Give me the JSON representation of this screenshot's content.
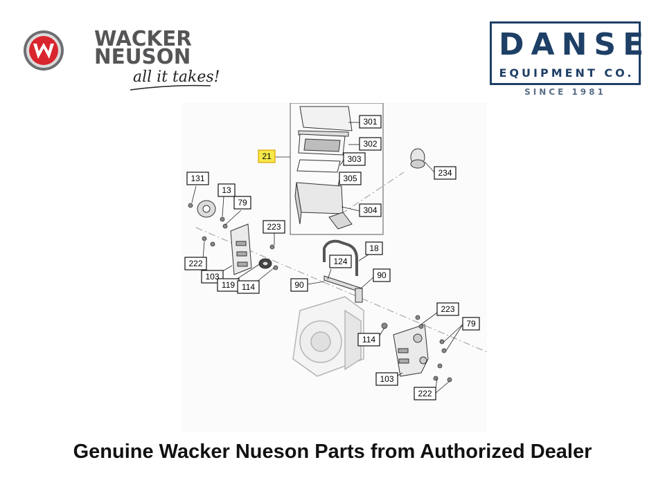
{
  "brand_left": {
    "line1": "WACKER",
    "line2": "NEUSON",
    "tagline": "all it takes!",
    "icon": "wacker-neuson-w-icon",
    "colors": {
      "text": "#555557",
      "icon_red": "#d9262e",
      "icon_gray": "#6d6e71"
    }
  },
  "brand_right": {
    "name": "DANSE",
    "subtitle": "EQUIPMENT CO.",
    "since": "SINCE 1981",
    "color": "#1e3f66"
  },
  "diagram": {
    "callouts": [
      "301",
      "302",
      "303",
      "305",
      "304",
      "21",
      "234",
      "131",
      "13",
      "79",
      "223",
      "222",
      "103",
      "119",
      "114",
      "18",
      "124",
      "90",
      "90",
      "223",
      "79",
      "114",
      "103",
      "222"
    ],
    "highlighted_callout": "21",
    "highlight_color": "#f5e84a"
  },
  "caption": "Genuine Wacker Nueson Parts from Authorized Dealer"
}
